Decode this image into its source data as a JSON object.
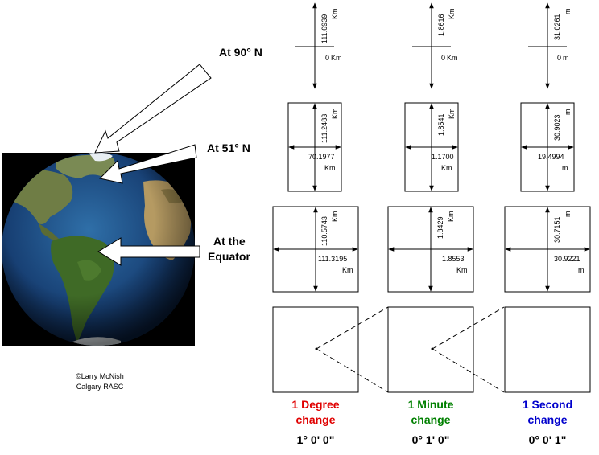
{
  "labels": {
    "north_pole": "At 90° N",
    "lat51": "At 51° N",
    "equator_line1": "At the",
    "equator_line2": "Equator"
  },
  "credit": {
    "line1": "©Larry McNish",
    "line2": "Calgary RASC"
  },
  "columns": [
    {
      "title_line1": "1 Degree",
      "title_line2": "change",
      "dms": "1° 0' 0\"",
      "color": "#e00000",
      "pole": {
        "v": "111.6939",
        "v_unit": "Km",
        "h": "0",
        "h_unit": "Km"
      },
      "lat51": {
        "v": "111.2483",
        "v_unit": "Km",
        "h": "70.1977",
        "h_unit": "Km"
      },
      "equator": {
        "v": "110.5743",
        "v_unit": "Km",
        "h": "111.3195",
        "h_unit": "Km"
      }
    },
    {
      "title_line1": "1 Minute",
      "title_line2": "change",
      "dms": "0° 1' 0\"",
      "color": "#008000",
      "pole": {
        "v": "1.8616",
        "v_unit": "Km",
        "h": "0",
        "h_unit": "Km"
      },
      "lat51": {
        "v": "1.8541",
        "v_unit": "Km",
        "h": "1.1700",
        "h_unit": "Km"
      },
      "equator": {
        "v": "1.8429",
        "v_unit": "Km",
        "h": "1.8553",
        "h_unit": "Km"
      }
    },
    {
      "title_line1": "1 Second",
      "title_line2": "change",
      "dms": "0° 0' 1\"",
      "color": "#0000cc",
      "pole": {
        "v": "31.0261",
        "v_unit": "m",
        "h": "0",
        "h_unit": "m"
      },
      "lat51": {
        "v": "30.9023",
        "v_unit": "m",
        "h": "19.4994",
        "h_unit": "m"
      },
      "equator": {
        "v": "30.7151",
        "v_unit": "m",
        "h": "30.9221",
        "h_unit": "m"
      }
    }
  ]
}
